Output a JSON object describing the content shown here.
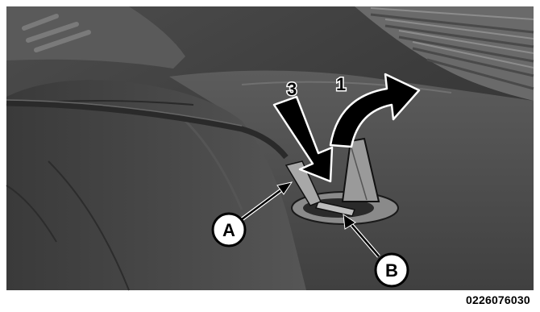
{
  "illustration": {
    "step_labels": [
      "3",
      "1"
    ],
    "callouts": [
      "A",
      "B"
    ]
  },
  "figure_id": "0226076030",
  "colors": {
    "background_dark": "#3a3a3a",
    "background_mid": "#555555",
    "highlight": "#8a8a8a",
    "arrow_fill": "#000000",
    "callout_fill": "#ffffff",
    "outline": "#000000"
  }
}
